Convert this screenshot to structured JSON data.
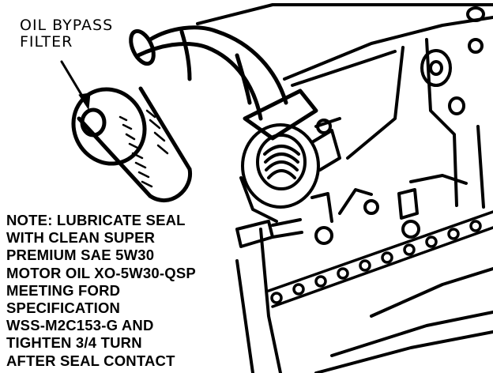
{
  "colors": {
    "ink": "#000000",
    "paper": "#ffffff"
  },
  "callout": {
    "lines": [
      "OIL BYPASS",
      "FILTER"
    ]
  },
  "note": {
    "lines": [
      "NOTE: LUBRICATE SEAL",
      "WITH CLEAN SUPER",
      "PREMIUM SAE 5W30",
      "MOTOR OIL XO-5W30-QSP",
      "MEETING FORD",
      "SPECIFICATION",
      "WSS-M2C153-G AND",
      "TIGHTEN 3/4 TURN",
      "AFTER SEAL CONTACT"
    ]
  }
}
